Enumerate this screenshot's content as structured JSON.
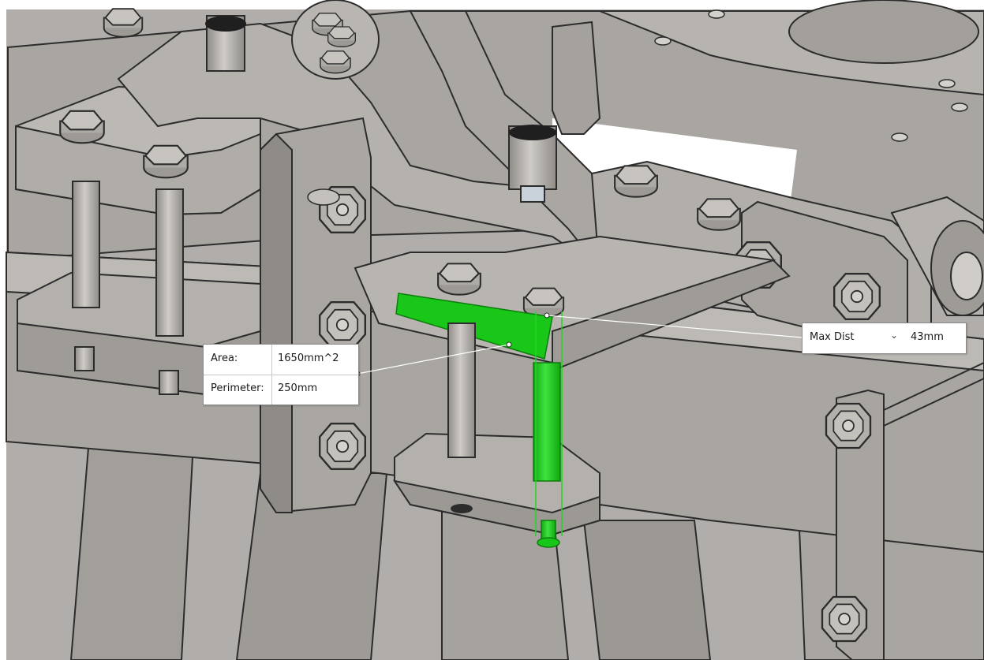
{
  "viewport": {
    "name": "CAD assembly viewport",
    "highlight_color": "#18c718",
    "background_color": "#a6a3a0"
  },
  "area_callout": {
    "area_label": "Area:",
    "area_value": "1650mm^2",
    "perimeter_label": "Perimeter:",
    "perimeter_value": "250mm"
  },
  "distance_callout": {
    "mode_selected": "Max Dist",
    "value": "43mm",
    "chevron_icon": "chevron-down-icon"
  }
}
